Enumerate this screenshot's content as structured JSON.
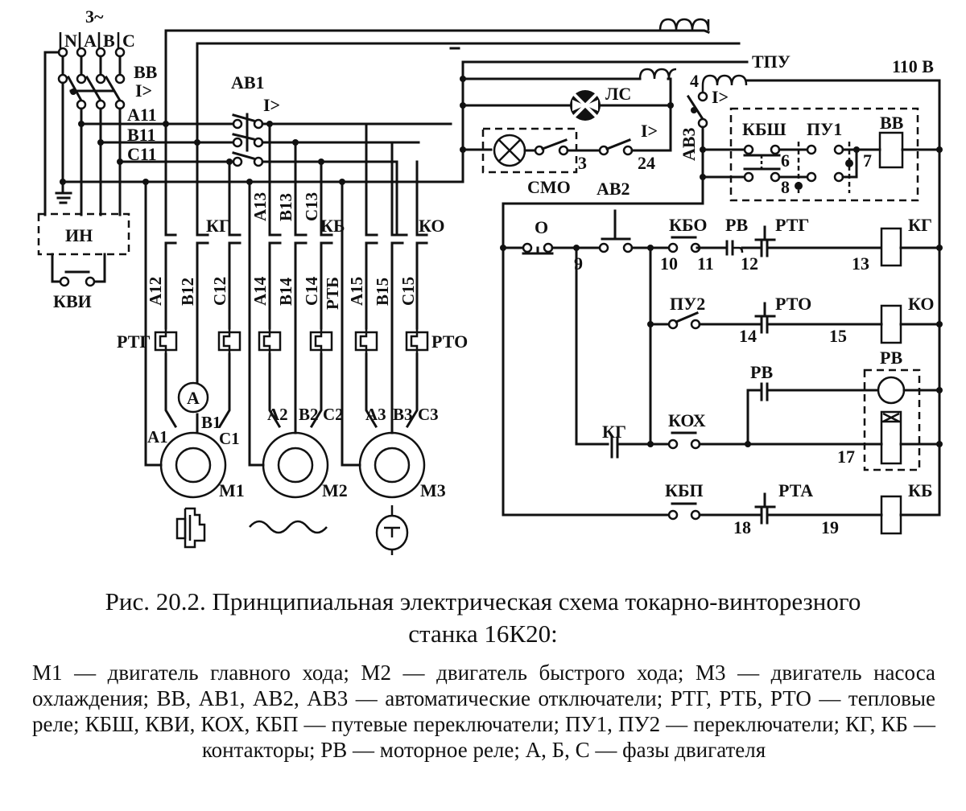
{
  "figure": {
    "caption_line1": "Рис. 20.2. Принципиальная электрическая схема токарно-винторезного",
    "caption_line2": "станка 16К20:",
    "legend": "М1 — двигатель главного хода; М2 — двигатель быстрого хода; М3 — двигатель насоса охлаждения; ВВ, АВ1, АВ2, АВ3 — автоматические отключатели; РТГ, РТБ, РТО — тепловые реле; КБШ, КВИ, КОХ, КБП — путевые переключатели; ПУ1, ПУ2 — переключатели; КГ, КБ — контакторы; РВ — моторное реле; А, Б, С — фазы двигателя"
  },
  "labels": {
    "supply": "3~",
    "phase_n": "N",
    "phase_a": "A",
    "phase_b": "B",
    "phase_c": "C",
    "main_switch": "ВВ",
    "overcurrent": "I>",
    "bus_a": "A11",
    "bus_b": "B11",
    "bus_c": "C11",
    "av1": "АВ1",
    "in": "ИН",
    "kvi": "КВИ",
    "kg": "КГ",
    "kb": "КБ",
    "ko": "КО",
    "a13": "A13",
    "b13": "B13",
    "c13": "C13",
    "a12": "A12",
    "b12": "B12",
    "c12": "C12",
    "a14": "A14",
    "b14": "B14",
    "c14": "C14",
    "rtb": "РТБ",
    "a15": "A15",
    "b15": "B15",
    "c15": "C15",
    "rtg": "РТГ",
    "rto": "РТО",
    "ammeter": "A",
    "a1": "A1",
    "b1": "B1",
    "c1": "C1",
    "a2": "A2",
    "b2": "B2",
    "c2": "C2",
    "a3": "A3",
    "b3": "B3",
    "c3": "C3",
    "m1": "М1",
    "m2": "М2",
    "m3": "М3",
    "tpu": "ТПУ",
    "v110": "110 В",
    "ls": "ЛС",
    "smo": "СМО",
    "av2": "АВ2",
    "av3": "АВ3",
    "n3": "3",
    "n24": "24",
    "n4": "4",
    "kbsh": "КБШ",
    "pu1": "ПУ1",
    "vv_coil": "ВВ",
    "n6": "6",
    "n7": "7",
    "n8": "8",
    "stop_sym": "О",
    "n9": "9",
    "kbo": "КБО",
    "rv": "РВ",
    "n10": "10",
    "n11": "11",
    "n12": "12",
    "n13": "13",
    "kg_coil": "КГ",
    "pu2": "ПУ2",
    "rto_c": "РТО",
    "n14": "14",
    "n15": "15",
    "ko_coil": "КО",
    "rv_box": "РВ",
    "rv_c": "РВ",
    "kox": "КОХ",
    "kg_c": "КГ",
    "n17": "17",
    "kbp": "КБП",
    "rta": "РТА",
    "n18": "18",
    "n19": "19",
    "kb_coil": "КБ"
  }
}
